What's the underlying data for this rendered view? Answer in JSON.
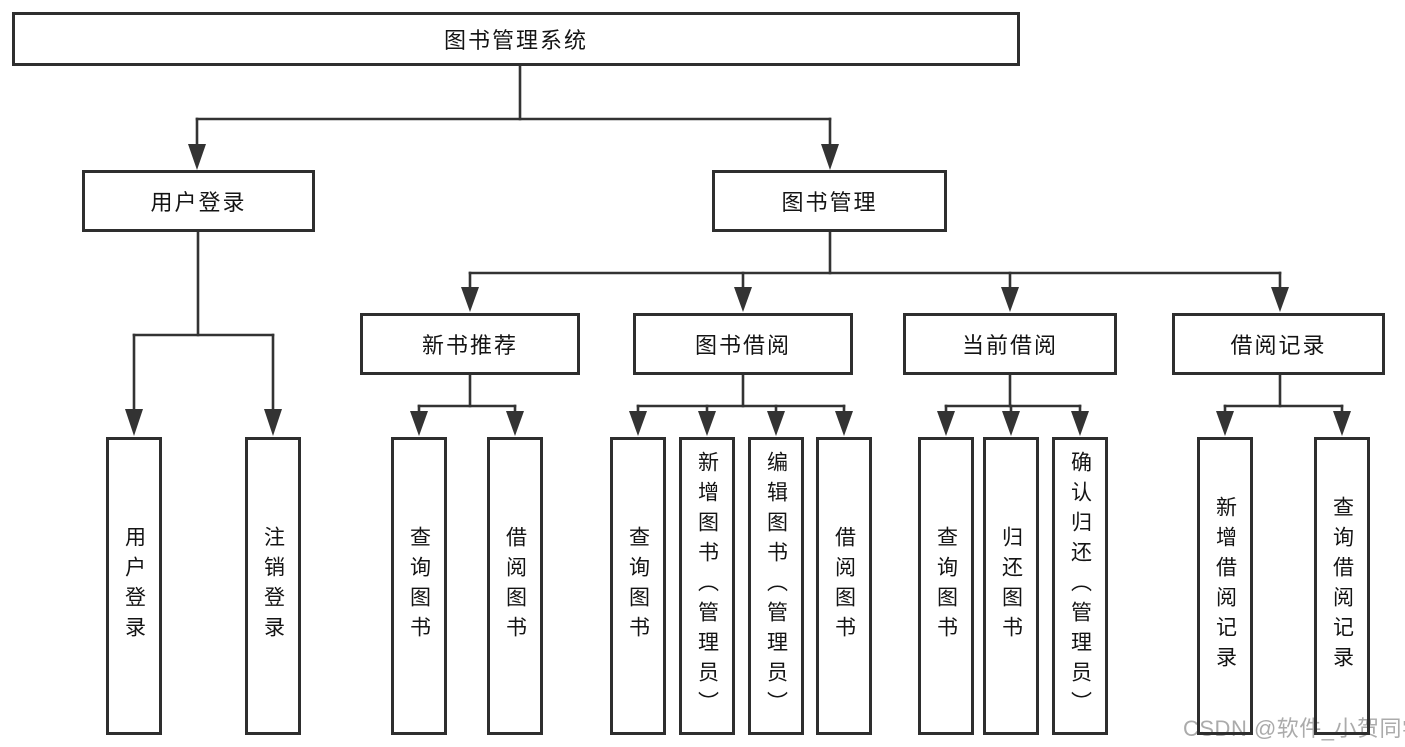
{
  "tree": {
    "root": "图书管理系统",
    "branches": [
      {
        "label": "用户登录",
        "children": [
          "用户登录",
          "注销登录"
        ]
      },
      {
        "label": "图书管理",
        "groups": [
          {
            "label": "新书推荐",
            "children": [
              "查询图书",
              "借阅图书"
            ]
          },
          {
            "label": "图书借阅",
            "children": [
              "查询图书",
              "新增图书（管理员）",
              "编辑图书（管理员）",
              "借阅图书"
            ]
          },
          {
            "label": "当前借阅",
            "children": [
              "查询图书",
              "归还图书",
              "确认归还（管理员）"
            ]
          },
          {
            "label": "借阅记录",
            "children": [
              "新增借阅记录",
              "查询借阅记录"
            ]
          }
        ]
      }
    ]
  },
  "watermark": "CSDN @软件_小贺同学",
  "colors": {
    "border": "#2e2e2e",
    "line": "#333333",
    "text": "#141414",
    "watermark": "#ababab",
    "background": "#ffffff"
  }
}
